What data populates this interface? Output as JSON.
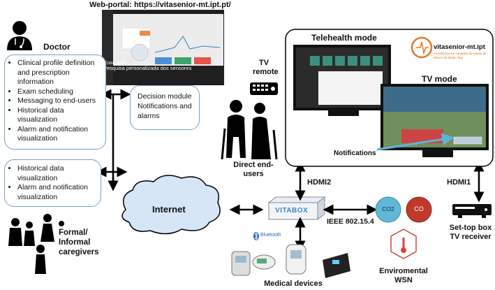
{
  "portal": {
    "title": "Web-portal: https://vitasenior-mt.ipt.pt/",
    "caption_left": "Entre datas",
    "caption": "Pesquisa personalizada dos sensores"
  },
  "doctor": {
    "label": "Doctor",
    "items": [
      "Clinical profile definition and prescription information",
      "Exam scheduling",
      "Messaging to end-users",
      "Historical data visualization",
      "Alarm and notification visualization"
    ]
  },
  "decision": {
    "text": "Decision module Notifications and alarms"
  },
  "caregivers_box": {
    "items": [
      "Historical data visualization",
      "Alarm and notification visualization"
    ]
  },
  "caregivers": {
    "label": "Formal/ Informal caregivers"
  },
  "internet": {
    "label": "Internet"
  },
  "tv_remote": {
    "label": "TV remote"
  },
  "end_users": {
    "label": "Direct end-users"
  },
  "telehealth": {
    "label": "Telehealth mode"
  },
  "tv_mode": {
    "label": "TV mode"
  },
  "notifications": {
    "label": "Notifications"
  },
  "brand": {
    "name": "vitasenior-mt.ipt",
    "tagline": "Assistência em cuidados de saúde de idosos do Médio Tejo"
  },
  "hdmi2": {
    "label": "HDMI2"
  },
  "hdmi1": {
    "label": "HDMI1"
  },
  "vitabox": {
    "label": "VITABOX"
  },
  "bluetooth": {
    "label": "Bluetooth"
  },
  "ieee": {
    "label": "IEEE 802.15.4"
  },
  "co2": {
    "label": "CO2"
  },
  "co": {
    "label": "CO"
  },
  "settop": {
    "label": "Set-top box TV receiver"
  },
  "medical": {
    "label": "Medical devices"
  },
  "wsn": {
    "label": "Enviromental WSN"
  },
  "colors": {
    "box_border": "#7aa0c8",
    "cloud": "#d6e6f7",
    "co2": "#62b7d6",
    "co": "#c0392b",
    "brand": "#e87722"
  }
}
